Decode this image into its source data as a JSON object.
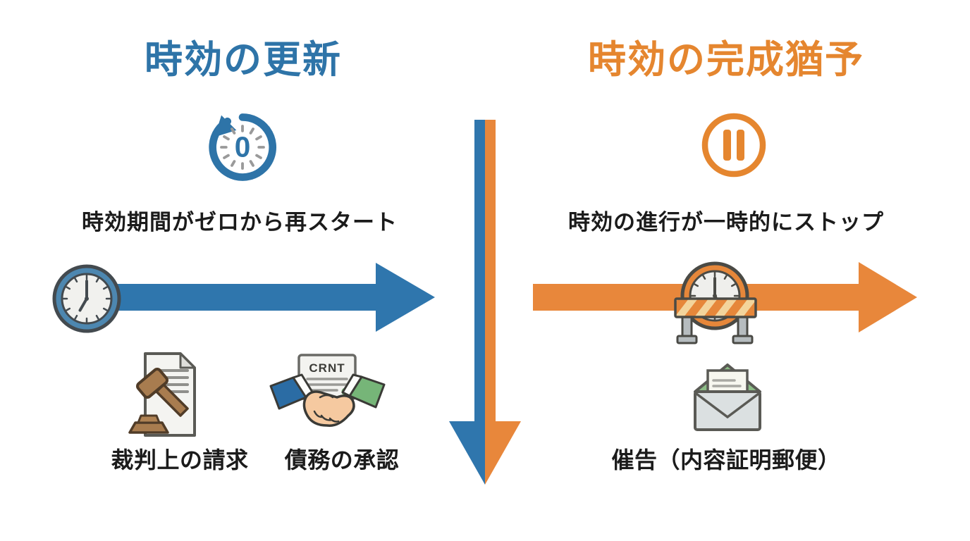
{
  "canvas": {
    "background": "#ffffff"
  },
  "colors": {
    "blue": "#2e74a8",
    "orange": "#e5862f",
    "arrow_blue": "#2f76ad",
    "arrow_orange": "#e8873b",
    "text": "#1b1b1b"
  },
  "left": {
    "title": "時効の更新",
    "subtitle": "時効期間がゼロから再スタート",
    "reset_icon_number": "0",
    "items": [
      {
        "label": "裁判上の請求",
        "icon": "gavel-document-icon"
      },
      {
        "label": "債務の承認",
        "icon": "handshake-icon",
        "document_text": "CRNT"
      }
    ]
  },
  "right": {
    "title": "時効の完成猶予",
    "subtitle": "時効の進行が一時的にストップ",
    "items": [
      {
        "label": "催告（内容証明郵便）",
        "icon": "open-envelope-icon"
      }
    ]
  }
}
